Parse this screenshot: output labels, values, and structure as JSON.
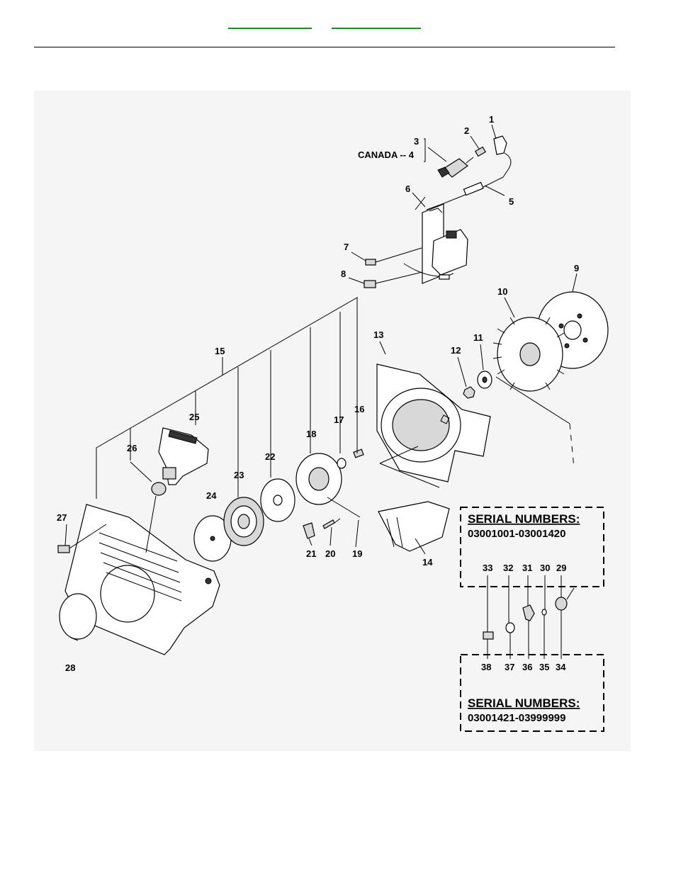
{
  "callouts": {
    "c1": "1",
    "c2": "2",
    "c3": "3",
    "c4": "CANADA -- 4",
    "c5": "5",
    "c6": "6",
    "c7": "7",
    "c8": "8",
    "c9": "9",
    "c10": "10",
    "c11": "11",
    "c12": "12",
    "c13": "13",
    "c14": "14",
    "c15": "15",
    "c16": "16",
    "c17": "17",
    "c18": "18",
    "c19": "19",
    "c20": "20",
    "c21": "21",
    "c22": "22",
    "c23": "23",
    "c24": "24",
    "c25": "25",
    "c26": "26",
    "c27": "27",
    "c28": "28",
    "c29": "29",
    "c30": "30",
    "c31": "31",
    "c32": "32",
    "c33": "33",
    "c34": "34",
    "c35": "35",
    "c36": "36",
    "c37": "37",
    "c38": "38"
  },
  "serial_box_top": {
    "title": "SERIAL NUMBERS:",
    "range": "03001001-03001420"
  },
  "serial_box_bottom": {
    "title": "SERIAL NUMBERS:",
    "range": "03001421-03999999"
  },
  "colors": {
    "header_link": "#1f8a1f",
    "panel_bg": "#f5f5f5"
  }
}
